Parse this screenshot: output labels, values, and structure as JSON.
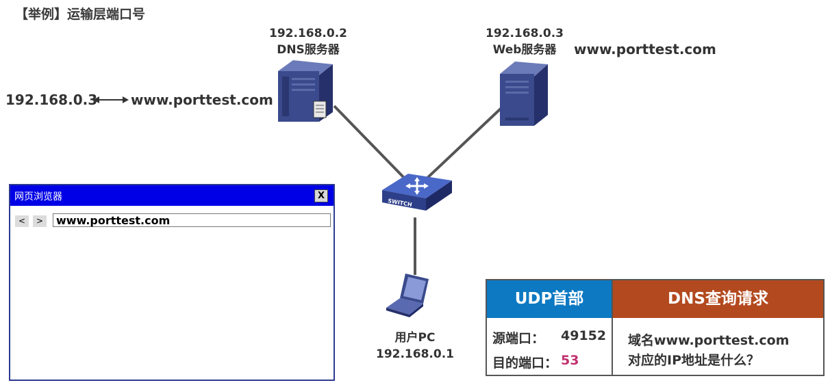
{
  "title": "【举例】运输层端口号",
  "dns_server": {
    "ip": "192.168.0.2",
    "name": "DNS服务器"
  },
  "web_server": {
    "ip": "192.168.0.3",
    "name": "Web服务器",
    "domain": "www.porttest.com"
  },
  "mapping": {
    "ip": "192.168.0.3",
    "domain": "www.porttest.com"
  },
  "switch": {
    "label": "SWITCH"
  },
  "user_pc": {
    "name": "用户PC",
    "ip": "192.168.0.1"
  },
  "browser": {
    "title": "网页浏览器",
    "close": "X",
    "back": "<",
    "forward": ">",
    "url": "www.porttest.com"
  },
  "packet": {
    "udp_header": "UDP首部",
    "dns_header": "DNS查询请求",
    "src_port_label": "源端口：",
    "src_port_value": "49152",
    "dst_port_label": "目的端口：",
    "dst_port_value": "53",
    "query_line1": "域名www.porttest.com",
    "query_line2": "对应的IP地址是什么？"
  },
  "colors": {
    "udp_header_bg": "#0c79c2",
    "dns_header_bg": "#b34a1f",
    "browser_titlebar": "#0000e6",
    "dst_port_value": "#c2306e",
    "server_body": "#3a4a8c"
  }
}
